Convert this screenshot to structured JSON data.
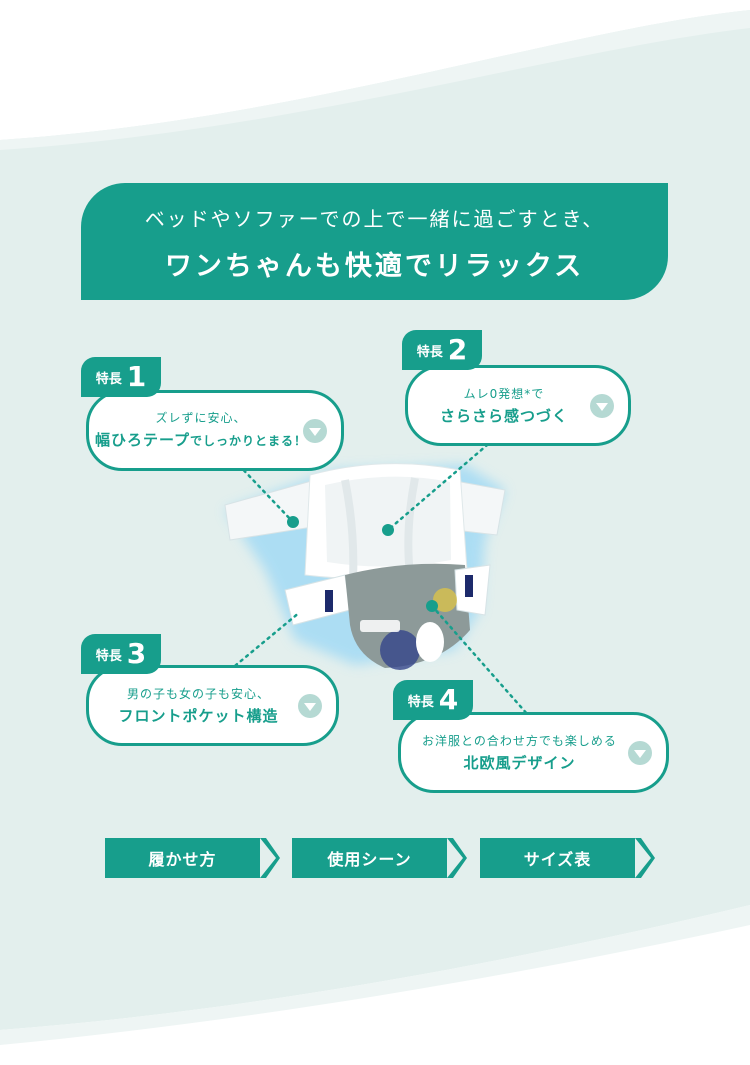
{
  "header": {
    "line1": "ベッドやソファーでの上で一緒に過ごすとき、",
    "line2": "ワンちゃんも快適でリラックス"
  },
  "features": [
    {
      "label": "特長",
      "number": "1",
      "sub": "ズレずに安心、",
      "main": "幅ひろテープ",
      "main_small": "でしっかりとまる！"
    },
    {
      "label": "特長",
      "number": "2",
      "sub": "ムレ0発想*で",
      "main": "さらさら感つづく",
      "main_small": ""
    },
    {
      "label": "特長",
      "number": "3",
      "sub": "男の子も女の子も安心、",
      "main": "フロントポケット構造",
      "main_small": ""
    },
    {
      "label": "特長",
      "number": "4",
      "sub": "お洋服との合わせ方でも楽しめる",
      "main": "北欧風デザイン",
      "main_small": ""
    }
  ],
  "nav": [
    {
      "label": "履かせ方"
    },
    {
      "label": "使用シーン"
    },
    {
      "label": "サイズ表"
    }
  ],
  "colors": {
    "accent": "#179e8c",
    "background": "#e3efed",
    "arrow": "#b5d9d3"
  }
}
